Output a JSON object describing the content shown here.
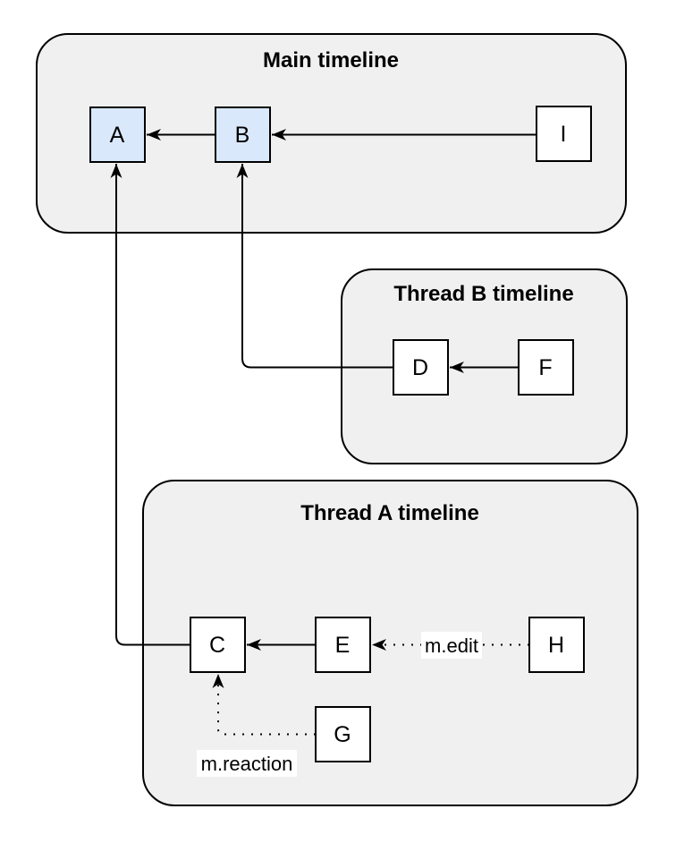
{
  "diagram": {
    "containers": {
      "main": {
        "title": "Main timeline"
      },
      "thread_b": {
        "title": "Thread B timeline"
      },
      "thread_a": {
        "title": "Thread A timeline"
      }
    },
    "nodes": {
      "a": {
        "label": "A",
        "highlighted": true
      },
      "b": {
        "label": "B",
        "highlighted": true
      },
      "i": {
        "label": "I",
        "highlighted": false
      },
      "d": {
        "label": "D",
        "highlighted": false
      },
      "f": {
        "label": "F",
        "highlighted": false
      },
      "c": {
        "label": "C",
        "highlighted": false
      },
      "e": {
        "label": "E",
        "highlighted": false
      },
      "h": {
        "label": "H",
        "highlighted": false
      },
      "g": {
        "label": "G",
        "highlighted": false
      }
    },
    "edge_labels": {
      "edit": "m.edit",
      "reaction": "m.reaction"
    },
    "colors": {
      "page_bg": "#ffffff",
      "container_fill": "#f0f0f0",
      "container_stroke": "#000000",
      "node_fill": "#ffffff",
      "node_highlight_fill": "#dae8fc",
      "node_stroke": "#000000",
      "edge_color": "#000000",
      "edge_label_bg": "#ffffff"
    }
  }
}
